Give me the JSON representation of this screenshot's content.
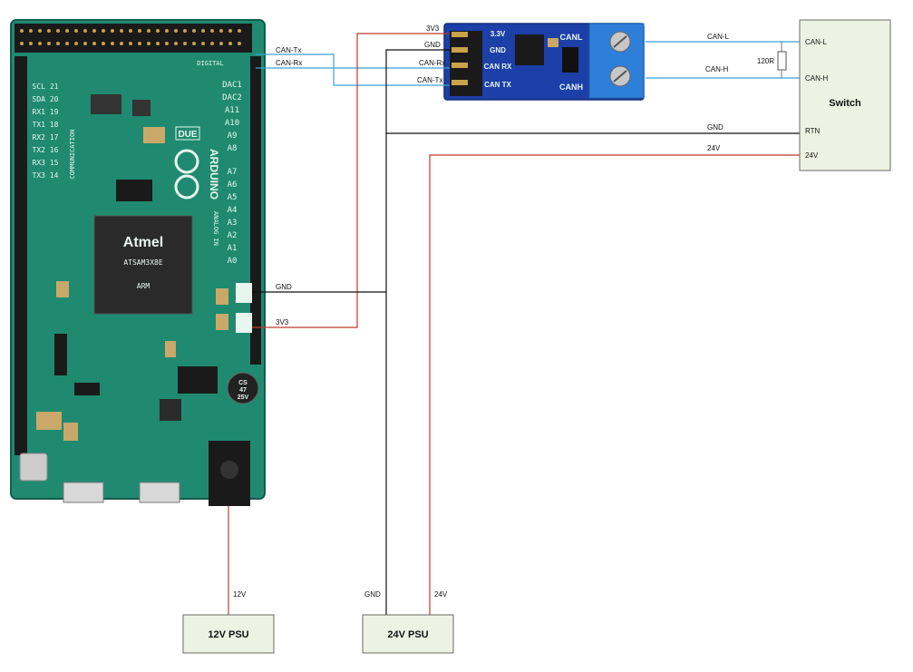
{
  "board": {
    "brand": "ARDUINO",
    "model": "DUE",
    "chip_brand": "Atmel",
    "chip_part": "ATSAM3X8E",
    "chip_arch": "ARM",
    "cap_text": [
      "CS",
      "47",
      "25V"
    ],
    "section_analog": "ANALOG IN",
    "section_comm": "COMMUNICATION",
    "section_digital": "DIGITAL",
    "analog_pins": [
      "DAC1",
      "DAC2",
      "A11",
      "A10",
      "A9",
      "A8",
      "A7",
      "A6",
      "A5",
      "A4",
      "A3",
      "A2",
      "A1",
      "A0"
    ],
    "comm_pins": [
      "SCL 21",
      "SDA 20",
      "RX1 19",
      "TX1 18",
      "RX2 17",
      "TX2 16",
      "RX3 15",
      "TX3 14"
    ]
  },
  "transceiver": {
    "pins": [
      "3.3V",
      "GND",
      "CAN RX",
      "CAN TX"
    ],
    "labels": {
      "canl": "CANL",
      "canh": "CANH"
    }
  },
  "psu12": {
    "title": "12V PSU"
  },
  "psu24": {
    "title": "24V PSU"
  },
  "switch": {
    "title": "Switch",
    "pins": {
      "canl": "CAN-L",
      "canh": "CAN-H",
      "rtn": "RTN",
      "v24": "24V"
    }
  },
  "resistor": {
    "label": "120R"
  },
  "wires": {
    "cantx_board": "CAN-Tx",
    "canrx_board": "CAN-Rx",
    "v33_mod": "3V3",
    "gnd_mod": "GND",
    "canrx_mod": "CAN-Rx",
    "cantx_mod": "CAN-Tx",
    "canl": "CAN-L",
    "canh": "CAN-H",
    "gnd_switch": "GND",
    "v24_switch": "24V",
    "gnd_board": "GND",
    "v33_board": "3V3",
    "v12": "12V",
    "gnd_psu": "GND",
    "v24_psu": "24V"
  },
  "colors": {
    "wire_power": "#c0392b",
    "wire_ground": "#111111",
    "wire_signal": "#3b9fd8",
    "box_fill": "#eef2e2",
    "box_border": "#6b6b6b",
    "pcb": "#1f8a70",
    "module_pcb": "#1c3fa8",
    "terminal": "#2e7fd9"
  }
}
